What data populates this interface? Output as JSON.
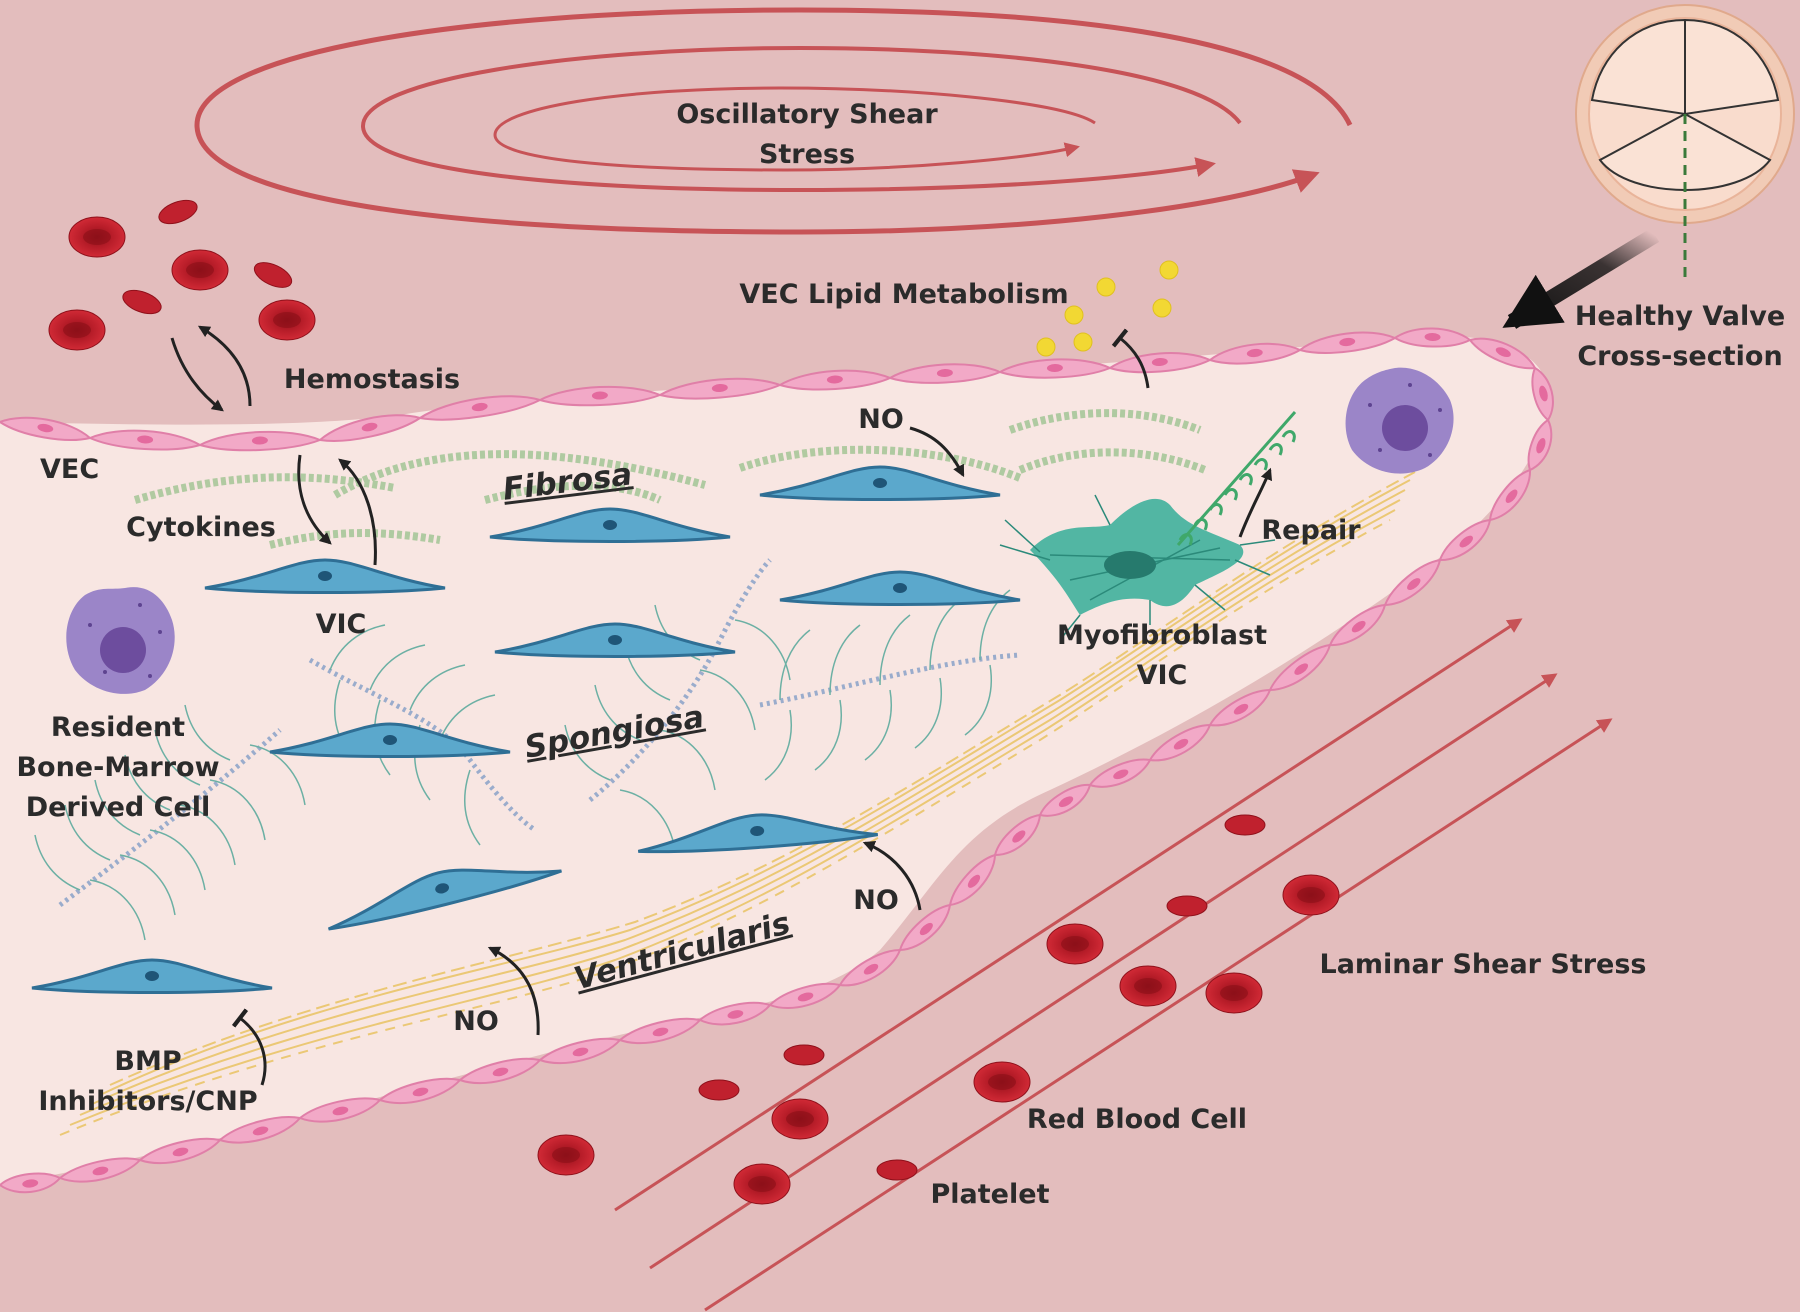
{
  "labels": {
    "oscillatory": "Oscillatory Shear\nStress",
    "healthy_valve": "Healthy Valve\nCross-section",
    "vec_lipid": "VEC Lipid Metabolism",
    "hemostasis": "Hemostasis",
    "vec": "VEC",
    "cytokines": "Cytokines",
    "vic": "VIC",
    "no_top": "NO",
    "repair": "Repair",
    "myofibroblast": "Myofibroblast\nVIC",
    "resident_cell": "Resident\nBone-Marrow\nDerived Cell",
    "no_right": "NO",
    "no_bottom": "NO",
    "bmp": "BMP\nInhibitors/CNP",
    "laminar": "Laminar Shear Stress",
    "rbc": "Red Blood Cell",
    "platelet": "Platelet"
  },
  "layers": {
    "fibrosa": "Fibrosa",
    "spongiosa": "Spongiosa",
    "ventricularis": "Ventricularis"
  },
  "colors": {
    "background": "#e3bdbd",
    "leaflet": "#f8e6e2",
    "vec": "#f2a9c7",
    "vic": "#5ba8cc",
    "myofibroblast": "#3fb09c",
    "rbc": "#c0212e",
    "shear_arrow": "#c75357",
    "macrophage": "#9b85c8"
  }
}
